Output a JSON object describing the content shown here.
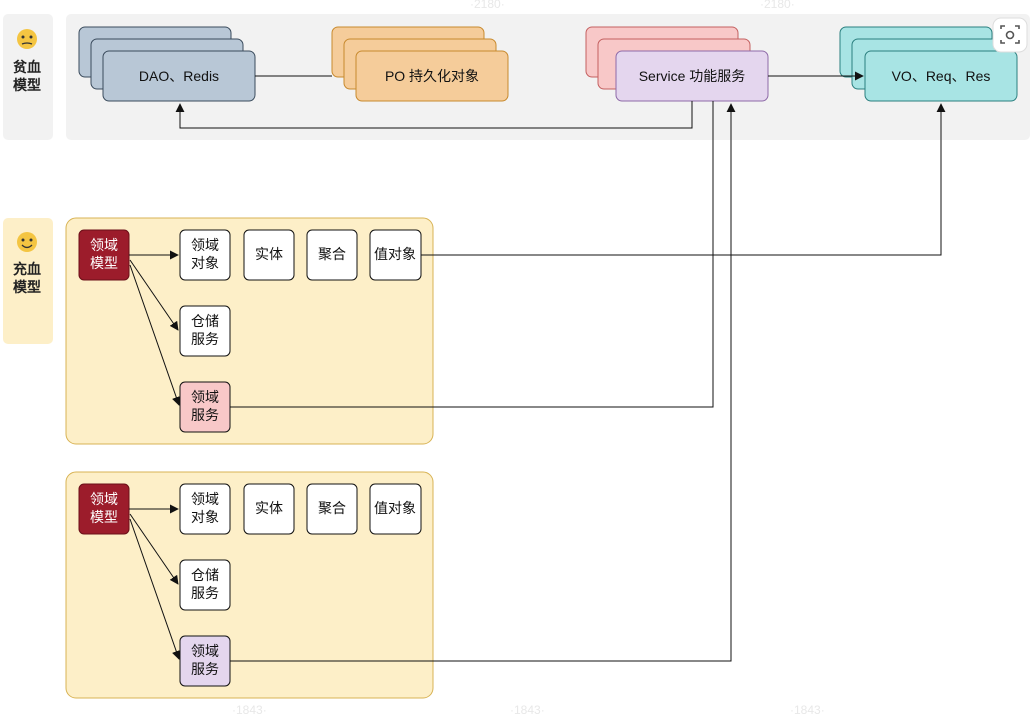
{
  "rows": {
    "anemic": {
      "label_line1": "贫血",
      "label_line2": "模型"
    },
    "rich": {
      "label_line1": "充血",
      "label_line2": "模型"
    }
  },
  "anemic_layer": {
    "dao": "DAO、Redis",
    "po": "PO 持久化对象",
    "service": "Service 功能服务",
    "vo": "VO、Req、Res"
  },
  "domain_groups": [
    {
      "model": {
        "line1": "领域",
        "line2": "模型"
      },
      "domain_object": {
        "line1": "领域",
        "line2": "对象"
      },
      "entity": "实体",
      "aggregate": "聚合",
      "value_object": "值对象",
      "repository": {
        "line1": "仓储",
        "line2": "服务"
      },
      "domain_service": {
        "line1": "领域",
        "line2": "服务"
      }
    },
    {
      "model": {
        "line1": "领域",
        "line2": "模型"
      },
      "domain_object": {
        "line1": "领域",
        "line2": "对象"
      },
      "entity": "实体",
      "aggregate": "聚合",
      "value_object": "值对象",
      "repository": {
        "line1": "仓储",
        "line2": "服务"
      },
      "domain_service": {
        "line1": "领域",
        "line2": "服务"
      }
    }
  ],
  "colors": {
    "dao": "#b8c7d6",
    "po": "#f5cc9a",
    "service_back": "#f8c8c8",
    "service_front": "#e4d6ee",
    "vo": "#a8e4e4",
    "model": "#9c1c2b",
    "group_bg": "#fdefc8",
    "domain_service_1": "#f8c8c8",
    "domain_service_2": "#e4d6ee"
  }
}
